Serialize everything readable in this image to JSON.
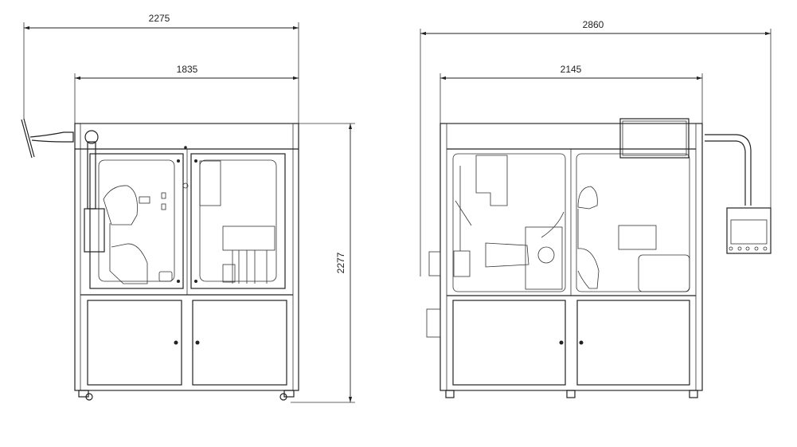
{
  "drawing": {
    "front_view": {
      "overall_width": "2275",
      "frame_width": "1835",
      "height": "2277"
    },
    "side_view": {
      "overall_width": "2860",
      "frame_width": "2145"
    }
  },
  "colors": {
    "line": "#222222",
    "background": "#ffffff"
  }
}
